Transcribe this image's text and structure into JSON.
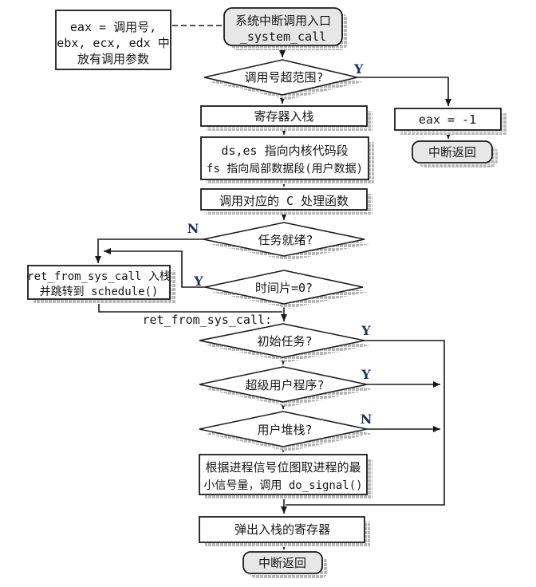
{
  "colors": {
    "background": "#ffffff",
    "line": "#1a1a1a",
    "text": "#161616",
    "branch_label": "#223061",
    "box_fill": "#ffffff",
    "terminal_fill": "#e7e7e7",
    "shadow_gray": "#b9b9b9",
    "shadow_grid": "#ffffff"
  },
  "nodes": {
    "note_box": {
      "lines": [
        "eax = 调用号,",
        "ebx, ecx, edx 中",
        "放有调用参数"
      ]
    },
    "entry_terminal": {
      "lines": [
        "系统中断调用入口",
        "_system_call"
      ]
    },
    "decision_range": {
      "label": "调用号超范围?"
    },
    "box_eax": {
      "label": "eax = -1"
    },
    "terminal_iret_right": {
      "label": "中断返回"
    },
    "box_push_regs": {
      "label": "寄存器入栈"
    },
    "box_segments": {
      "lines": [
        "ds,es 指向内核代码段",
        "fs 指向局部数据段(用户数据)"
      ]
    },
    "box_c_handler": {
      "label": "调用对应的 C 处理函数"
    },
    "decision_ready": {
      "label": "任务就绪?"
    },
    "decision_timeslice": {
      "label": "时间片=0?"
    },
    "box_schedule": {
      "lines": [
        "ret_from_sys_call 入栈",
        "并跳转到 schedule()"
      ]
    },
    "flow_label_ret": "ret_from_sys_call:",
    "decision_initial": {
      "label": "初始任务?"
    },
    "decision_superuser": {
      "label": "超级用户程序?"
    },
    "decision_userstack": {
      "label": "用户堆栈?"
    },
    "box_signal": {
      "lines": [
        "根据进程信号位图取进程的最",
        "小信号量，调用 do_signal()"
      ]
    },
    "box_pop_regs": {
      "label": "弹出入栈的寄存器"
    },
    "terminal_iret_bottom": {
      "label": "中断返回"
    }
  },
  "branch_labels": {
    "range_yes": "Y",
    "ready_no": "N",
    "timeslice_yes": "Y",
    "initial_yes": "Y",
    "superuser_yes": "Y",
    "userstack_no": "N"
  }
}
